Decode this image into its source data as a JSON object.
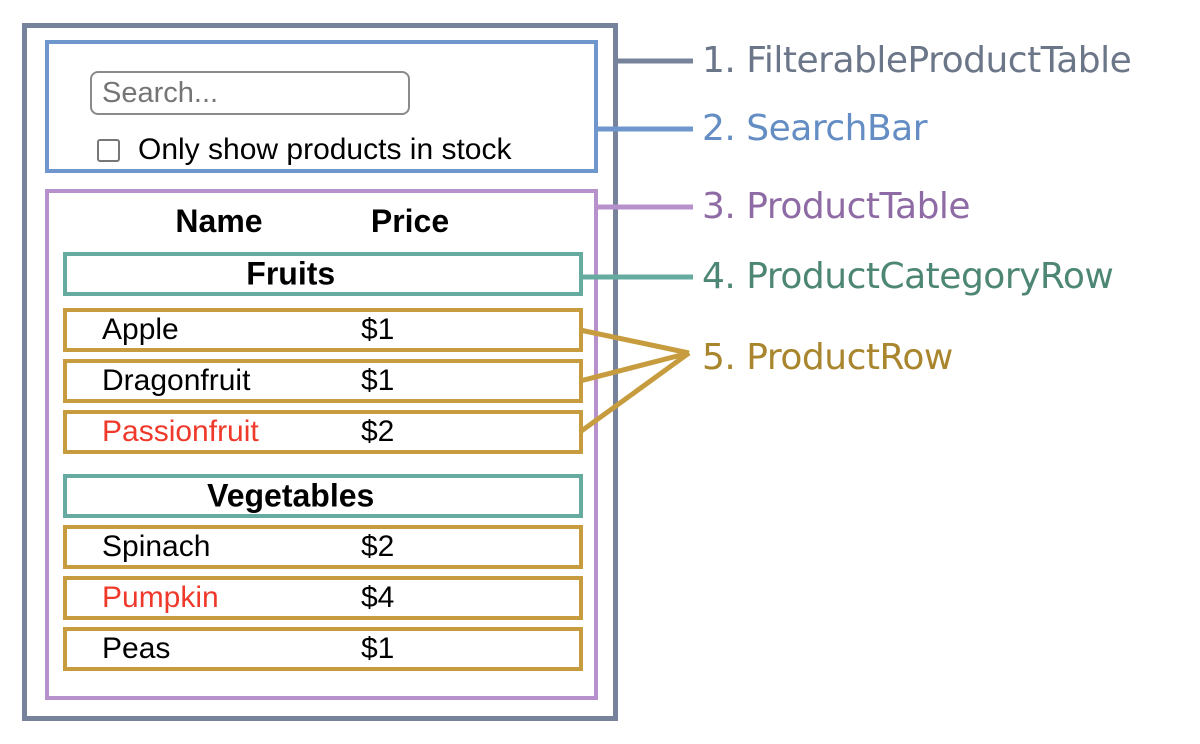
{
  "search_bar": {
    "placeholder": "Search...",
    "checkbox_label": "Only show products in stock",
    "checkbox_checked": false
  },
  "product_table": {
    "name_header": "Name",
    "price_header": "Price",
    "groups": [
      {
        "category": "Fruits",
        "products": [
          {
            "name": "Apple",
            "price": "$1",
            "out_of_stock": false
          },
          {
            "name": "Dragonfruit",
            "price": "$1",
            "out_of_stock": false
          },
          {
            "name": "Passionfruit",
            "price": "$2",
            "out_of_stock": true
          }
        ]
      },
      {
        "category": "Vegetables",
        "products": [
          {
            "name": "Spinach",
            "price": "$2",
            "out_of_stock": false
          },
          {
            "name": "Pumpkin",
            "price": "$4",
            "out_of_stock": true
          },
          {
            "name": "Peas",
            "price": "$1",
            "out_of_stock": false
          }
        ]
      }
    ]
  },
  "annotations": {
    "labels": [
      {
        "text": "1. FilterableProductTable",
        "color": "#6B7689"
      },
      {
        "text": "2. SearchBar",
        "color": "#648DC4"
      },
      {
        "text": "3. ProductTable",
        "color": "#8F6BA5"
      },
      {
        "text": "4. ProductCategoryRow",
        "color": "#4D8674"
      },
      {
        "text": "5. ProductRow",
        "color": "#A9862D"
      }
    ]
  },
  "colors": {
    "outer_border": "#76839B",
    "searchbar_border": "#6F97CE",
    "table_border": "#B791CB",
    "category_border": "#66ABA0",
    "row_border": "#C69C3E",
    "out_of_stock_text": "#EF392B",
    "input_border": "#8A8A8A",
    "placeholder": "#757575",
    "text": "#000000"
  }
}
